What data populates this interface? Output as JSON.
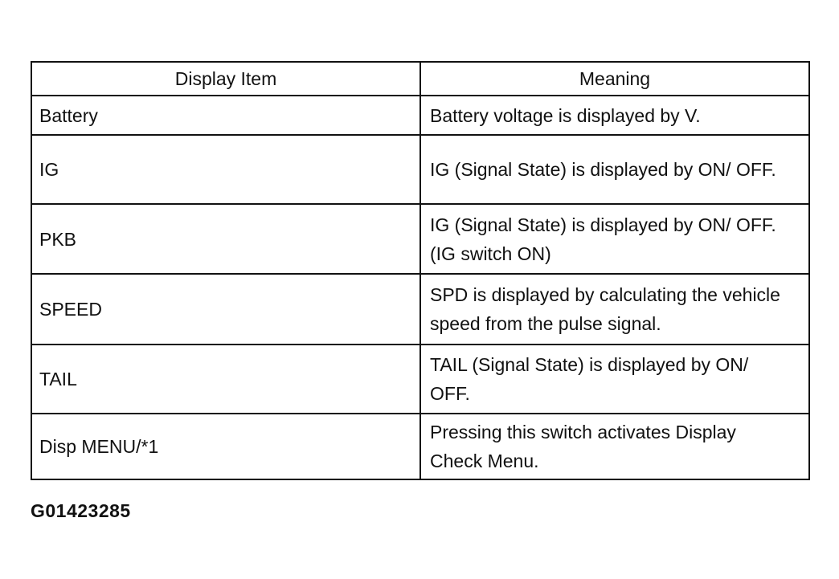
{
  "table": {
    "headers": [
      "Display Item",
      "Meaning"
    ],
    "rows": [
      {
        "item": "Battery",
        "meaning": "Battery voltage is displayed by V."
      },
      {
        "item": "IG",
        "meaning": "IG (Signal State) is displayed by ON/ OFF."
      },
      {
        "item": "PKB",
        "meaning": "IG (Signal State) is displayed by ON/ OFF. (IG switch ON)"
      },
      {
        "item": "SPEED",
        "meaning": "SPD is displayed by calculating the vehicle speed from the pulse signal."
      },
      {
        "item": "TAIL",
        "meaning": "TAIL (Signal State) is displayed by ON/ OFF."
      },
      {
        "item": "Disp MENU/*1",
        "meaning": "Pressing this switch activates Display Check Menu."
      }
    ]
  },
  "figure_code": "G01423285"
}
